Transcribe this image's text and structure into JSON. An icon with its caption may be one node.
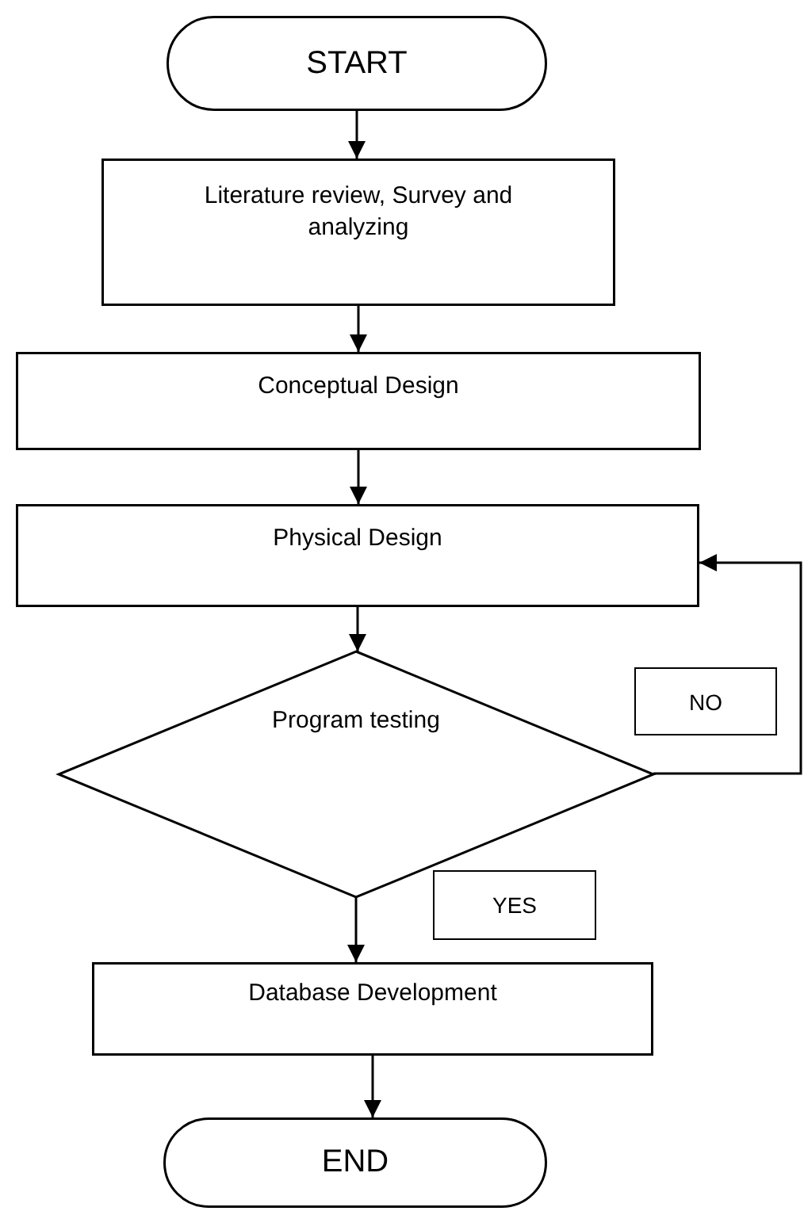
{
  "diagram": {
    "nodes": [
      {
        "text": [
          "START"
        ]
      },
      {
        "text": [
          "Literature review, Survey and analyzing"
        ]
      },
      {
        "text": [
          "Conceptual Design"
        ]
      },
      {
        "text": [
          "Physical Design"
        ]
      },
      {
        "text": [
          "Program testing"
        ]
      },
      {
        "text": [
          "Database Development"
        ]
      },
      {
        "text": [
          "END"
        ]
      }
    ],
    "edges": [
      {
        "from": 0,
        "to": 1,
        "arrow": "to"
      },
      {
        "from": 1,
        "to": 2,
        "arrow": "to"
      },
      {
        "from": 2,
        "to": 3,
        "arrow": "to"
      },
      {
        "from": 3,
        "to": 4,
        "arrow": "to"
      },
      {
        "from": 4,
        "to": 3,
        "arrow": "to"
      },
      {
        "from": 4,
        "to": 5,
        "arrow": "to"
      },
      {
        "from": 5,
        "to": 6,
        "arrow": "to"
      }
    ],
    "labels": [
      "NO",
      "YES"
    ]
  }
}
